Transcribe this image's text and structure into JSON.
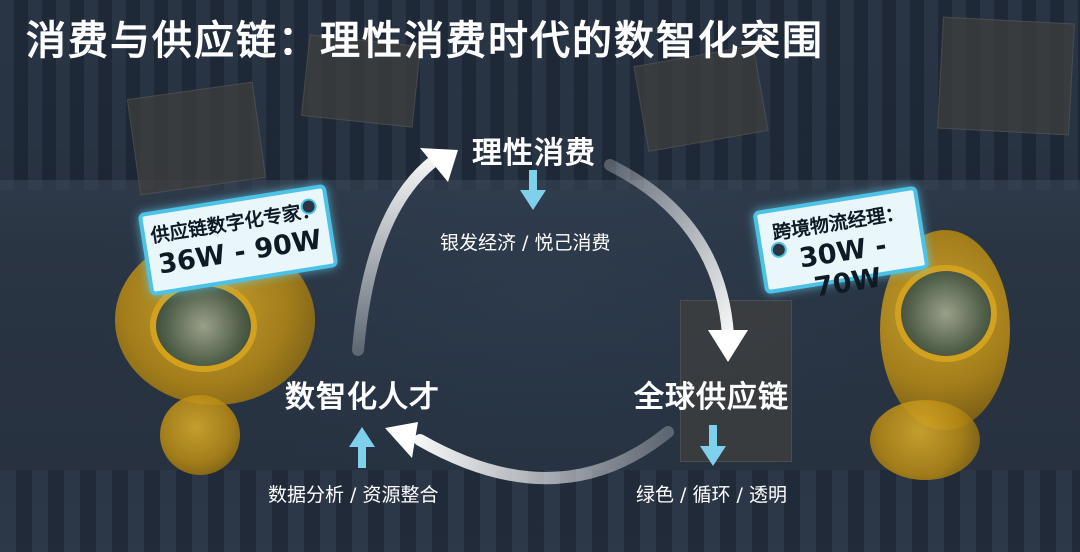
{
  "title": "消费与供应链：理性消费时代的数智化突围",
  "nodes": {
    "top": {
      "label": "理性消费",
      "sub": "银发经济 / 悦己消费"
    },
    "right": {
      "label": "全球供应链",
      "sub": "绿色 / 循环 / 透明"
    },
    "left": {
      "label": "数智化人才",
      "sub": "数据分析 / 资源整合"
    }
  },
  "tags": {
    "left": {
      "role": "供应链数字化专家：",
      "salary": "36W - 90W"
    },
    "right": {
      "role": "跨境物流经理：",
      "salary": "30W - 70W"
    }
  },
  "colors": {
    "accent": "#4cc3e6",
    "arrow": "#ffffff",
    "small_arrow": "#7fd0ea"
  }
}
